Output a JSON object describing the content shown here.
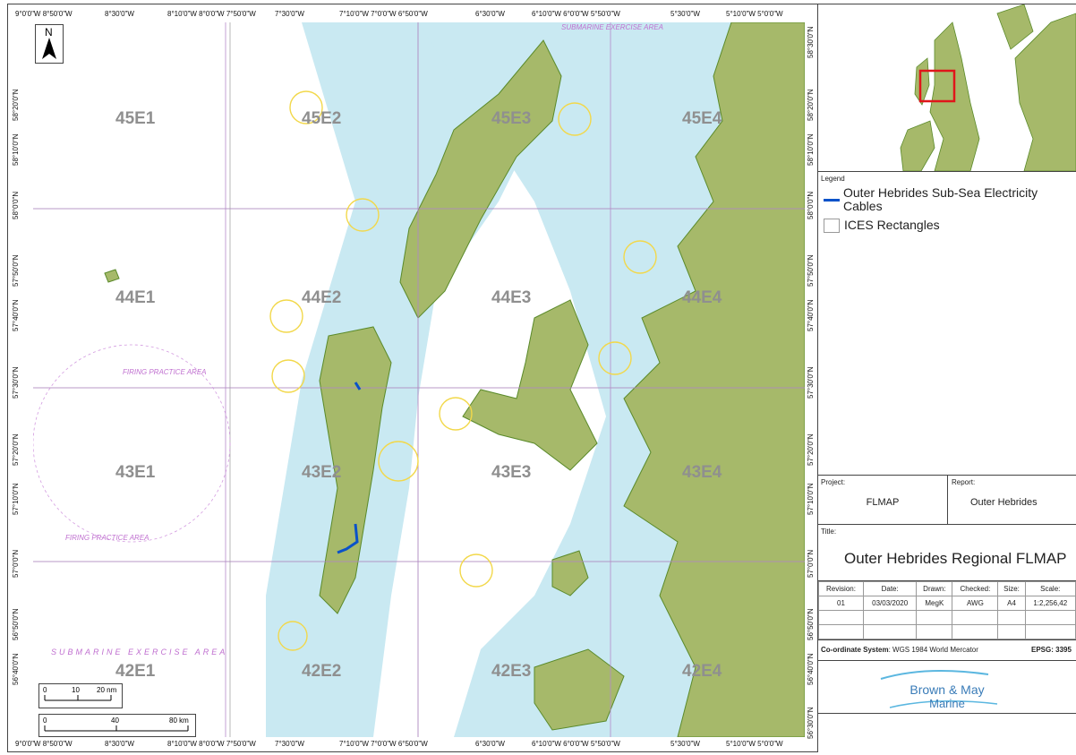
{
  "map": {
    "top_ticks": [
      "9°0'0\"W 8°50'0\"W",
      "8°30'0\"W",
      "8°10'0\"W 8°0'0\"W 7°50'0\"W",
      "7°30'0\"W",
      "7°10'0\"W 7°0'0\"W 6°50'0\"W",
      "6°30'0\"W",
      "6°10'0\"W 6°0'0\"W 5°50'0\"W",
      "5°30'0\"W",
      "5°10'0\"W 5°0'0\"W"
    ],
    "bottom_ticks": [
      "9°0'0\"W 8°50'0\"W",
      "8°30'0\"W",
      "8°10'0\"W 8°0'0\"W 7°50'0\"W",
      "7°30'0\"W",
      "7°10'0\"W 7°0'0\"W 6°50'0\"W",
      "6°30'0\"W",
      "6°10'0\"W 6°0'0\"W 5°50'0\"W",
      "5°30'0\"W",
      "5°10'0\"W 5°0'0\"W"
    ],
    "left_ticks": [
      "58°20'0\"N",
      "58°10'0\"N",
      "58°0'0\"N",
      "57°50'0\"N",
      "57°40'0\"N",
      "57°30'0\"N",
      "57°20'0\"N",
      "57°10'0\"N",
      "57°0'0\"N",
      "56°50'0\"N",
      "56°40'0\"N"
    ],
    "right_ticks": [
      "58°30'0\"N",
      "58°20'0\"N",
      "58°10'0\"N",
      "58°0'0\"N",
      "57°50'0\"N",
      "57°40'0\"N",
      "57°30'0\"N",
      "57°20'0\"N",
      "57°10'0\"N",
      "57°0'0\"N",
      "56°50'0\"N",
      "56°40'0\"N",
      "56°30'0\"N"
    ],
    "ices_rectangles": [
      "45E1",
      "45E2",
      "45E3",
      "45E4",
      "44E1",
      "44E2",
      "44E3",
      "44E4",
      "43E1",
      "43E2",
      "43E3",
      "43E4",
      "42E1",
      "42E2",
      "42E3",
      "42E4"
    ],
    "chart_notes": [
      "FIRING PRACTICE AREA",
      "SUBMARINE EXERCISE AREA",
      "FIRING PRACTICE AREA",
      "SUBMARINE EXERCISE AREA"
    ],
    "north_label": "N",
    "scale_nm": [
      "0",
      "10",
      "20 nm"
    ],
    "scale_km": [
      "0",
      "40",
      "80 km"
    ],
    "colors": {
      "land": "#a6b96a",
      "shallow": "#c9e9f2",
      "deep": "#ffffff",
      "cable": "#0a52c9",
      "ices_outline": "#b58ac9",
      "yellow_circle": "#f2d84a"
    }
  },
  "panel": {
    "legend_title": "Legend",
    "legend_items": [
      {
        "label": "Outer Hebrides Sub-Sea Electricity Cables",
        "icon": "blue-line"
      },
      {
        "label": "ICES Rectangles",
        "icon": "white-box"
      }
    ],
    "project_label": "Project:",
    "project_value": "FLMAP",
    "report_label": "Report:",
    "report_value": "Outer Hebrides",
    "title_label": "Title:",
    "title_value": "Outer Hebrides Regional FLMAP",
    "table_headers": [
      "Revision:",
      "Date:",
      "Drawn:",
      "Checked:",
      "Size:",
      "Scale:"
    ],
    "table_row": [
      "01",
      "03/03/2020",
      "MegK",
      "AWG",
      "A4",
      "1:2,256,42"
    ],
    "coord_label": "Co-ordinate System",
    "coord_value": ": WGS 1984 World Mercator",
    "epsg": "EPSG: 3395",
    "logo_line1": "Brown & May",
    "logo_line2": "Marine"
  }
}
